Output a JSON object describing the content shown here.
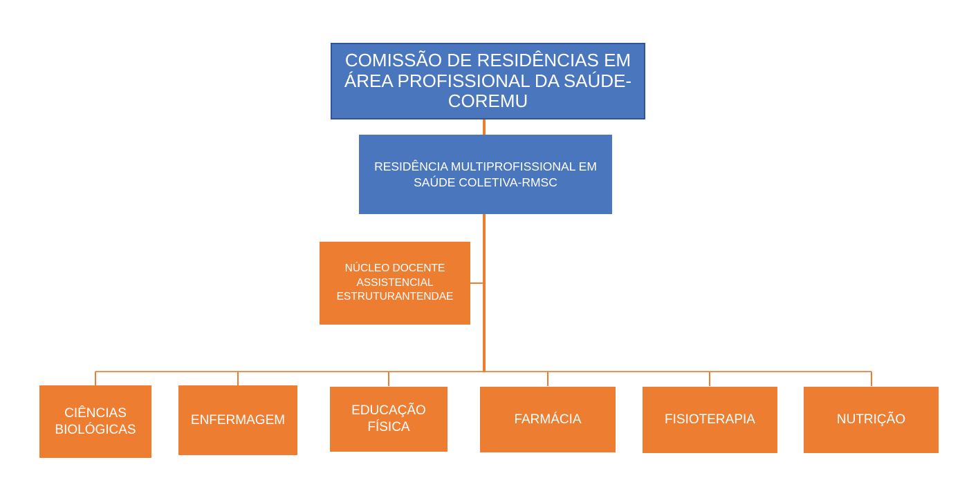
{
  "org_chart": {
    "root": {
      "label": "COMISSÃO DE RESIDÊNCIAS EM ÁREA PROFISSIONAL DA SAÚDE-COREMU",
      "lines": [
        "COMISSÃO DE RESIDÊNCIAS EM",
        "ÁREA PROFISSIONAL DA SAÚDE-",
        "COREMU"
      ]
    },
    "program": {
      "label": "RESIDÊNCIA MULTIPROFISSIONAL EM SAÚDE COLETIVA-RMSC",
      "lines": [
        "RESIDÊNCIA MULTIPROFISSIONAL EM",
        "SAÚDE COLETIVA-RMSC"
      ]
    },
    "ndae": {
      "label": "NÚCLEO DOCENTE ASSISTENCIAL ESTRUTURANTENDAE",
      "lines": [
        "NÚCLEO DOCENTE",
        "ASSISTENCIAL",
        "ESTRUTURANTENDAE"
      ]
    },
    "areas": [
      {
        "label": "CIÊNCIAS BIOLÓGICAS"
      },
      {
        "label": "ENFERMAGEM"
      },
      {
        "label": "EDUCAÇÃO FÍSICA"
      },
      {
        "label": "FARMÁCIA"
      },
      {
        "label": "FISIOTERAPIA"
      },
      {
        "label": "NUTRIÇÃO"
      }
    ],
    "colors": {
      "blue_fill": "#4A76BE",
      "blue_border": "#2F5597",
      "orange_fill": "#ED7D31",
      "connector": "#ED7D31",
      "text": "#FFFFFF",
      "background": "#FFFFFF"
    }
  }
}
